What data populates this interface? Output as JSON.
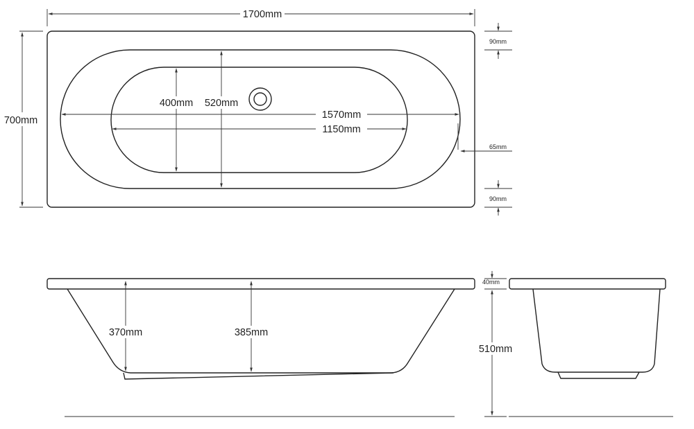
{
  "dimensions": {
    "overall_length": "1700mm",
    "overall_width": "700mm",
    "outer_bowl_length": "1570mm",
    "inner_bowl_length": "1150mm",
    "inner_bowl_width": "400mm",
    "outer_bowl_width": "520mm",
    "rim_end_top": "90mm",
    "rim_end_bottom": "90mm",
    "rim_side": "65mm",
    "rim_thickness": "40mm",
    "overall_depth": "510mm",
    "depth_at_end": "370mm",
    "depth_at_centre": "385mm"
  }
}
